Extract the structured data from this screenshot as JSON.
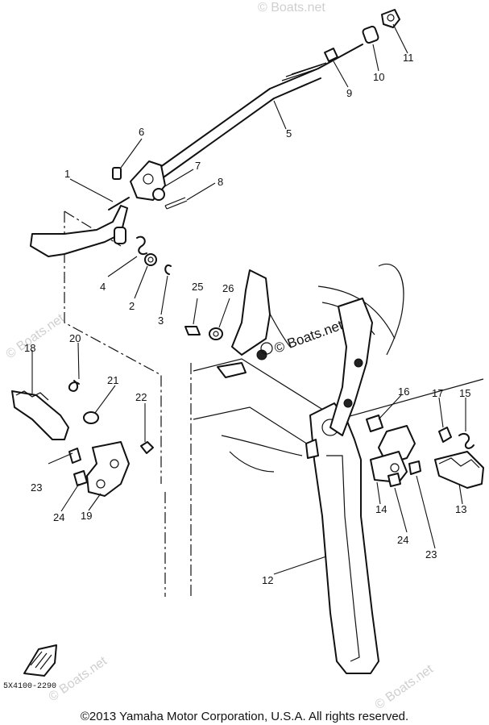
{
  "diagram": {
    "parts": [
      {
        "id": "p1",
        "label": "1"
      },
      {
        "id": "p2",
        "label": "2"
      },
      {
        "id": "p3",
        "label": "3"
      },
      {
        "id": "p4",
        "label": "4"
      },
      {
        "id": "p5",
        "label": "5"
      },
      {
        "id": "p6",
        "label": "6"
      },
      {
        "id": "p7",
        "label": "7"
      },
      {
        "id": "p8",
        "label": "8"
      },
      {
        "id": "p9",
        "label": "9"
      },
      {
        "id": "p10",
        "label": "10"
      },
      {
        "id": "p11",
        "label": "11"
      },
      {
        "id": "p12",
        "label": "12"
      },
      {
        "id": "p13",
        "label": "13"
      },
      {
        "id": "p14",
        "label": "14"
      },
      {
        "id": "p15",
        "label": "15"
      },
      {
        "id": "p16",
        "label": "16"
      },
      {
        "id": "p17",
        "label": "17"
      },
      {
        "id": "p18",
        "label": "18"
      },
      {
        "id": "p19",
        "label": "19"
      },
      {
        "id": "p20",
        "label": "20"
      },
      {
        "id": "p21",
        "label": "21"
      },
      {
        "id": "p22",
        "label": "22"
      },
      {
        "id": "p23a",
        "label": "23"
      },
      {
        "id": "p23b",
        "label": "23"
      },
      {
        "id": "p24a",
        "label": "24"
      },
      {
        "id": "p24b",
        "label": "24"
      },
      {
        "id": "p25",
        "label": "25"
      },
      {
        "id": "p26",
        "label": "26"
      }
    ],
    "drawing_code": "5X4100-2290",
    "watermark_main": "© Boats.net",
    "watermark_faint": "© Boats.net"
  },
  "footer": {
    "copyright": "©2013 Yamaha Motor Corporation, U.S.A. All rights reserved."
  }
}
